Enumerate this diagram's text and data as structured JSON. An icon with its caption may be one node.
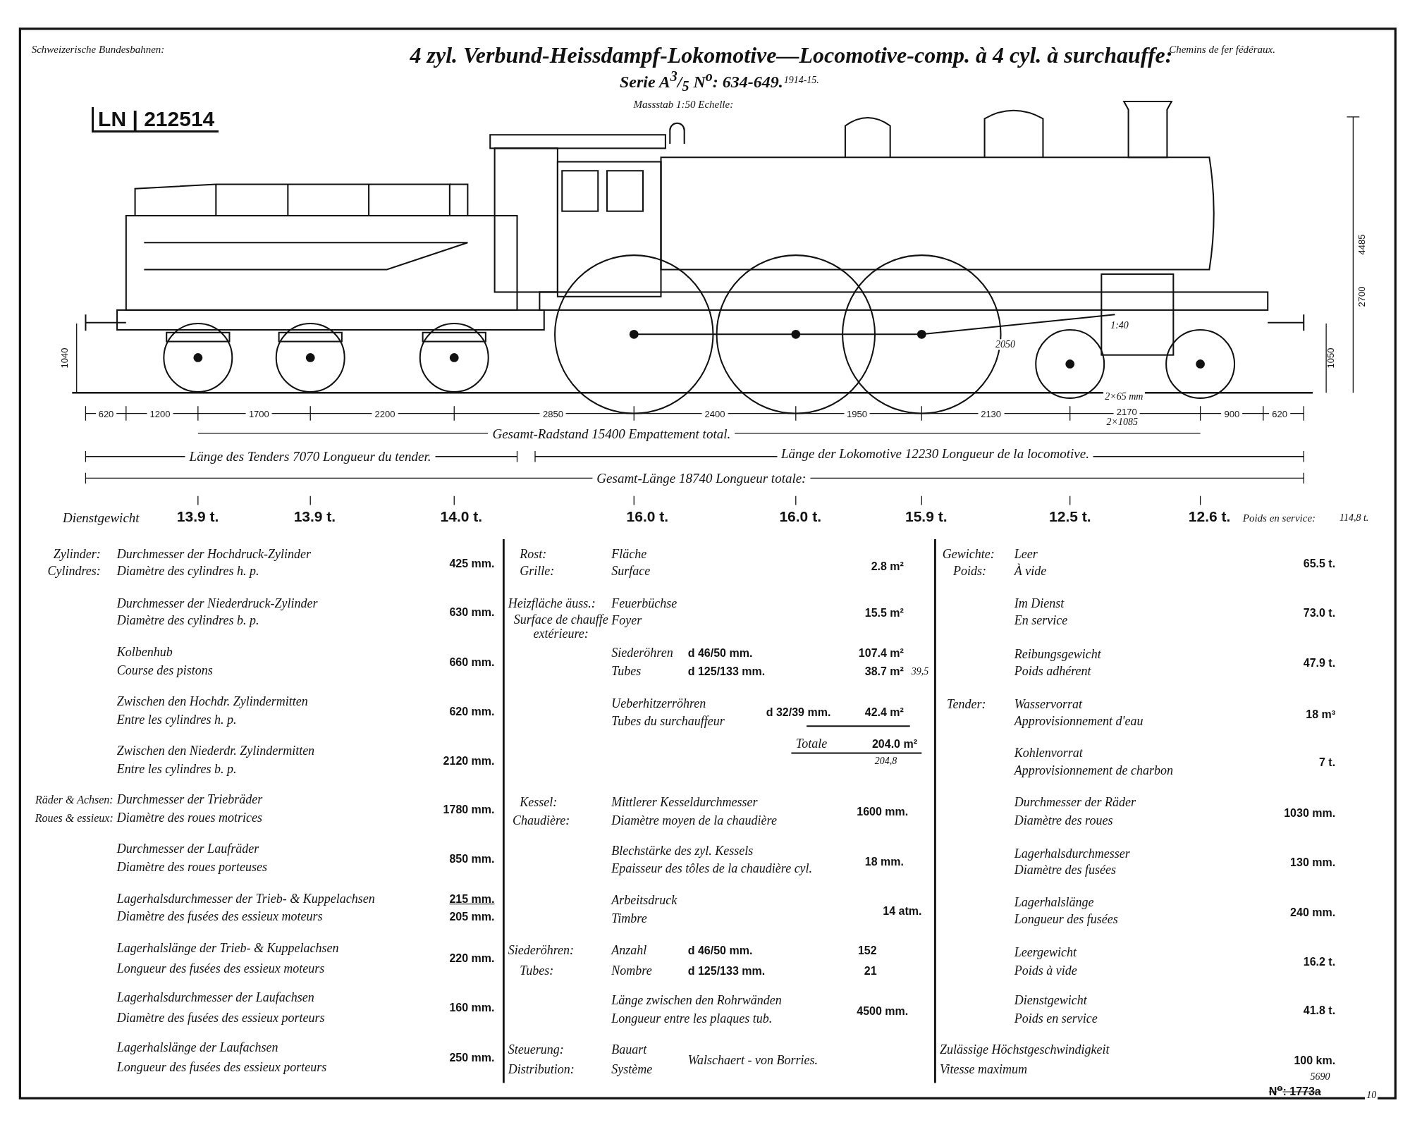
{
  "diagram": {
    "title": "4 zyl. Verbund-Heissdampf-Lokomotive—Locomotive-comp. à 4 cyl. à surchauffe:",
    "labels": [
      "Schweizerische Bundesbahnen:",
      "Chemins de fer fédéraux.",
      "Serie A$^{3}$/$_{5}$ N$^{o}$: 634-649.",
      "1914-15.",
      "Massstab 1:50 Echelle:",
      "LN | 212514",
      "4485",
      "2700",
      "1040",
      "1050",
      "1:40",
      "2050",
      "2×65 mm",
      "620",
      "1200",
      "1700",
      "2200",
      "2850",
      "2400",
      "1950",
      "2130",
      "2170",
      "2×1085",
      "900",
      "620",
      "Gesamt-Radstand 15400 Empattement total.",
      "Länge des Tenders 7070 Longueur du tender.",
      "Länge der Lokomotive 12230 Longueur de la locomotive.",
      "Gesamt-Länge 18740 Longueur totale:",
      "Dienstgewicht",
      "13.9 t.",
      "13.9 t.",
      "14.0 t.",
      "16.0 t.",
      "16.0 t.",
      "15.9 t.",
      "12.5 t.",
      "12.6 t.",
      "Poids en service:",
      "114,8 t.",
      "Zylinder:",
      "Cylindres:",
      "Durchmesser der Hochdruck-Zylinder",
      "Diamètre des cylindres h. p.",
      "425 mm.",
      "Durchmesser der Niederdruck-Zylinder",
      "Diamètre des cylindres b. p.",
      "630 mm.",
      "Kolbenhub",
      "Course des pistons",
      "660 mm.",
      "Zwischen den Hochdr. Zylindermitten",
      "Entre les cylindres h. p.",
      "620 mm.",
      "Zwischen den Niederdr. Zylindermitten",
      "Entre les cylindres b. p.",
      "2120 mm.",
      "Räder & Achsen:",
      "Roues & essieux:",
      "Durchmesser der Triebräder",
      "Diamètre des roues motrices",
      "1780 mm.",
      "Durchmesser der Laufräder",
      "Diamètre des roues porteuses",
      "850 mm.",
      "Lagerhalsdurchmesser der Trieb- & Kuppelachsen",
      "Diamètre des fusées des essieux moteurs",
      "215 mm.",
      "205 mm.",
      "Lagerhalslänge der Trieb- & Kuppelachsen",
      "Longueur des fusées des essieux moteurs",
      "220 mm.",
      "Lagerhalsdurchmesser der Laufachsen",
      "Diamètre des fusées des essieux porteurs",
      "160 mm.",
      "Lagerhalslänge der Laufachsen",
      "Longueur des fusées des essieux porteurs",
      "250 mm.",
      "Rost:",
      "Grille:",
      "Fläche",
      "Surface",
      "2.8 m²",
      "Heizfläche äuss.:",
      "Surface de chauffe extérieure:",
      "Feuerbüchse",
      "Foyer",
      "15.5 m²",
      "Siederöhren",
      "Tubes",
      "d 46/50 mm.",
      "d 125/133 mm.",
      "107.4 m²",
      "38.7 m²",
      "39,5",
      "Ueberhitzerröhren",
      "Tubes du surchauffeur",
      "d 32/39 mm.",
      "42.4 m²",
      "Totale",
      "204.0 m²",
      "204,8",
      "Kessel:",
      "Chaudière:",
      "Mittlerer Kesseldurchmesser",
      "Diamètre moyen de la chaudière",
      "1600 mm.",
      "Blechstärke des zyl. Kessels",
      "Epaisseur des tôles de la chaudière cyl.",
      "18 mm.",
      "Arbeitsdruck",
      "Timbre",
      "14 atm.",
      "Siederöhren:",
      "Tubes:",
      "Anzahl",
      "Nombre",
      "d 46/50 mm.",
      "d 125/133 mm.",
      "152",
      "21",
      "Länge zwischen den Rohrwänden",
      "Longueur entre les plaques tub.",
      "4500 mm.",
      "Steuerung:",
      "Distribution:",
      "Bauart",
      "Système",
      "Walschaert - von Borries.",
      "Gewichte:",
      "Poids:",
      "Leer",
      "À vide",
      "65.5 t.",
      "Im Dienst",
      "En service",
      "73.0 t.",
      "Reibungsgewicht",
      "Poids adhérent",
      "47.9 t.",
      "Tender:",
      "Wasservorrat",
      "Approvisionnement d'eau",
      "18 m³",
      "Kohlenvorrat",
      "Approvisionnement de charbon",
      "7 t.",
      "Durchmesser der Räder",
      "Diamètre des roues",
      "1030 mm.",
      "Lagerhalsdurchmesser",
      "Diamètre des fusées",
      "130 mm.",
      "Lagerhalslänge",
      "Longueur des fusées",
      "240 mm.",
      "Leergewicht",
      "Poids à vide",
      "16.2 t.",
      "Dienstgewicht",
      "Poids en service",
      "41.8 t.",
      "Zulässige Höchstgeschwindigkeit",
      "Vitesse maximum",
      "100 km.",
      "5690",
      "N$^{o}$: 1773a",
      "10"
    ]
  }
}
